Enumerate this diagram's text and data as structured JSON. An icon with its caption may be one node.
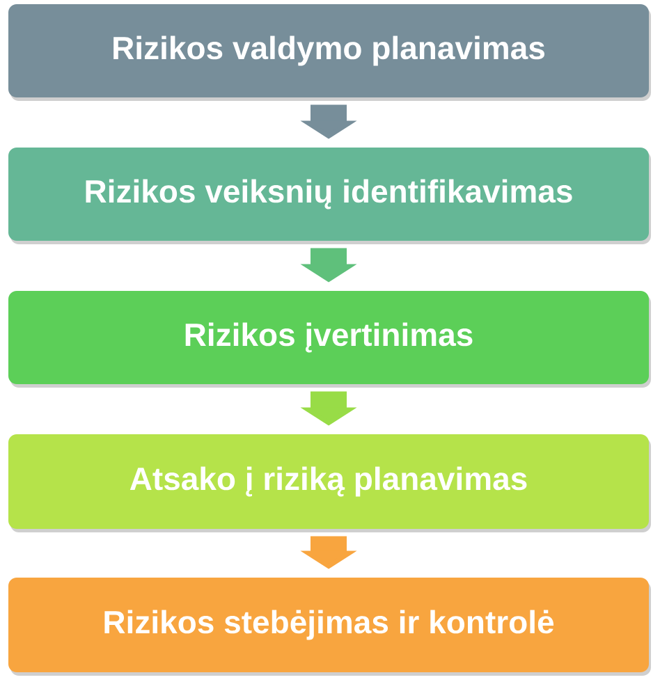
{
  "diagram": {
    "nodes": [
      {
        "text": [
          "Rizikos valdymo planavimas"
        ]
      },
      {
        "text": [
          "Rizikos veiksnių identifikavimas"
        ]
      },
      {
        "text": [
          "Rizikos įvertinimas"
        ]
      },
      {
        "text": [
          "Atsako į riziką planavimas"
        ]
      },
      {
        "text": [
          "Rizikos stebėjimas ir kontrolė"
        ]
      }
    ],
    "edges": [
      {
        "from": 0,
        "to": 1,
        "arrow": "to",
        "color": "#778e9a"
      },
      {
        "from": 1,
        "to": 2,
        "arrow": "to",
        "color": "#5fc07b"
      },
      {
        "from": 2,
        "to": 3,
        "arrow": "to",
        "color": "#98dc47"
      },
      {
        "from": 3,
        "to": 4,
        "arrow": "to",
        "color": "#f8a53f"
      }
    ]
  }
}
